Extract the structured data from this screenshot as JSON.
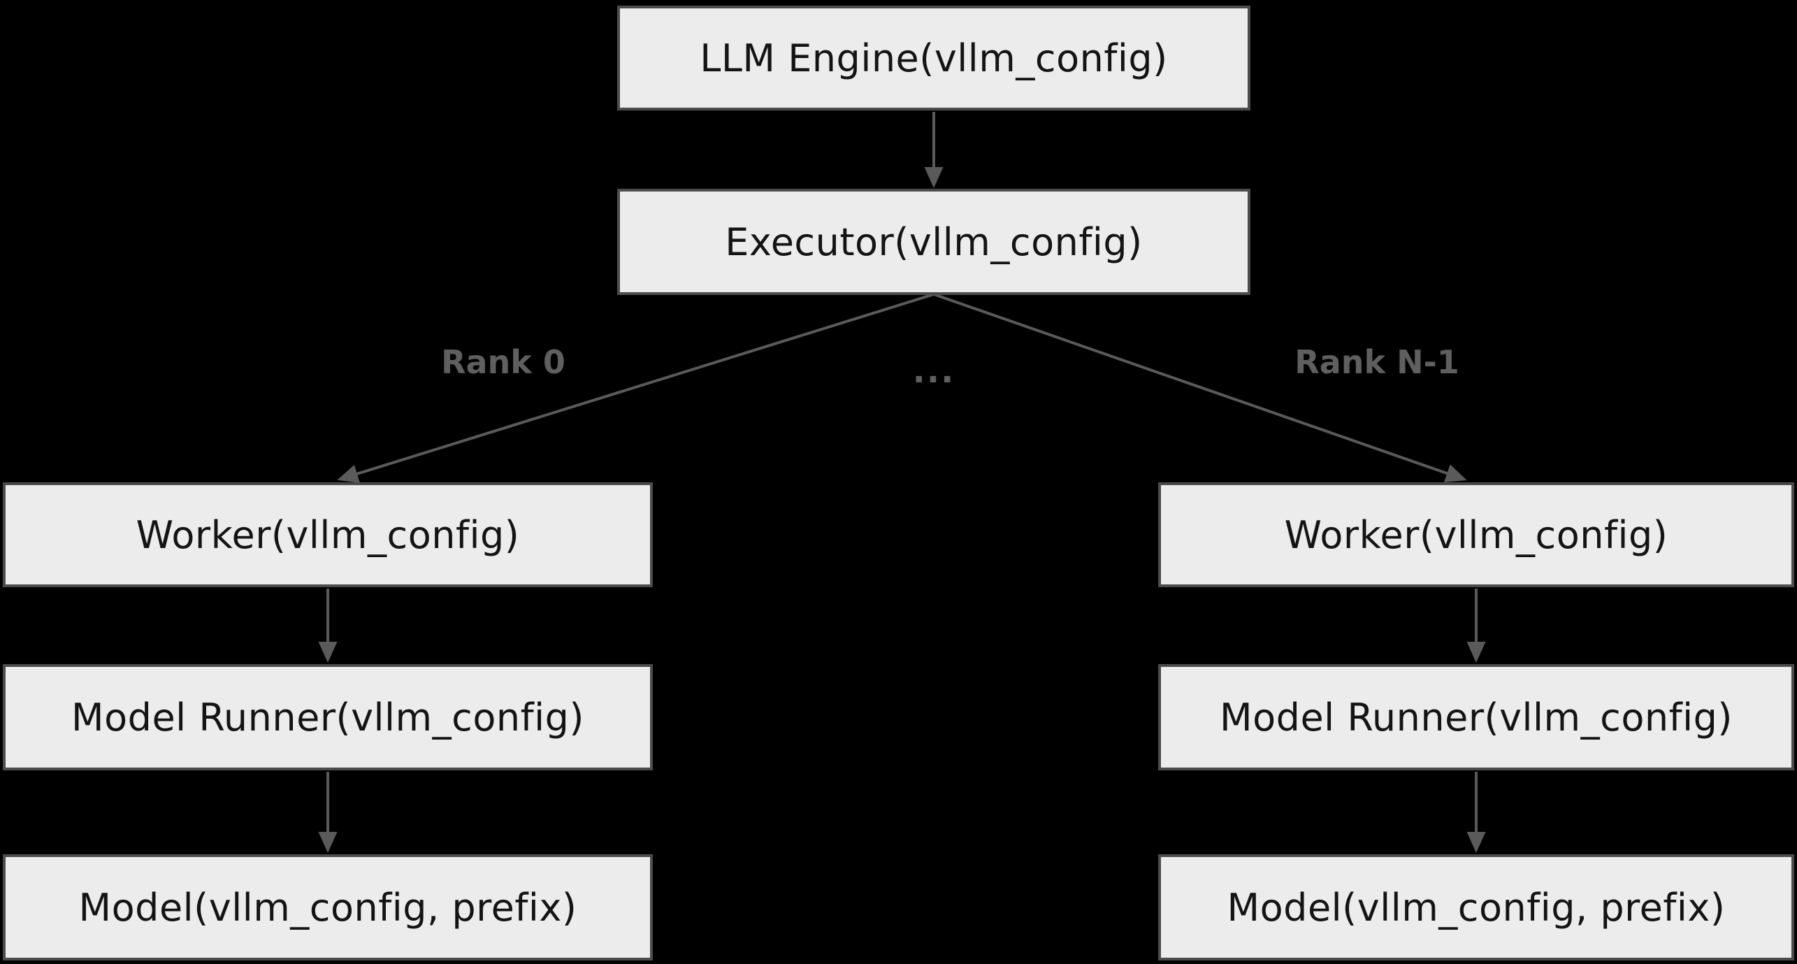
{
  "colors": {
    "background": "#000000",
    "node_fill": "#ececec",
    "node_border": "#4c4c4c",
    "node_text": "#141414",
    "edge": "#5a5a5a",
    "edge_label": "#5f5f5f"
  },
  "root_node": {
    "label": "LLM Engine(vllm_config)"
  },
  "executor_node": {
    "label": "Executor(vllm_config)"
  },
  "fanout": {
    "left_label": "Rank 0",
    "ellipsis": "...",
    "right_label": "Rank N-1"
  },
  "left_branch": {
    "worker": "Worker(vllm_config)",
    "model_runner": "Model Runner(vllm_config)",
    "model": "Model(vllm_config, prefix)"
  },
  "right_branch": {
    "worker": "Worker(vllm_config)",
    "model_runner": "Model Runner(vllm_config)",
    "model": "Model(vllm_config, prefix)"
  }
}
